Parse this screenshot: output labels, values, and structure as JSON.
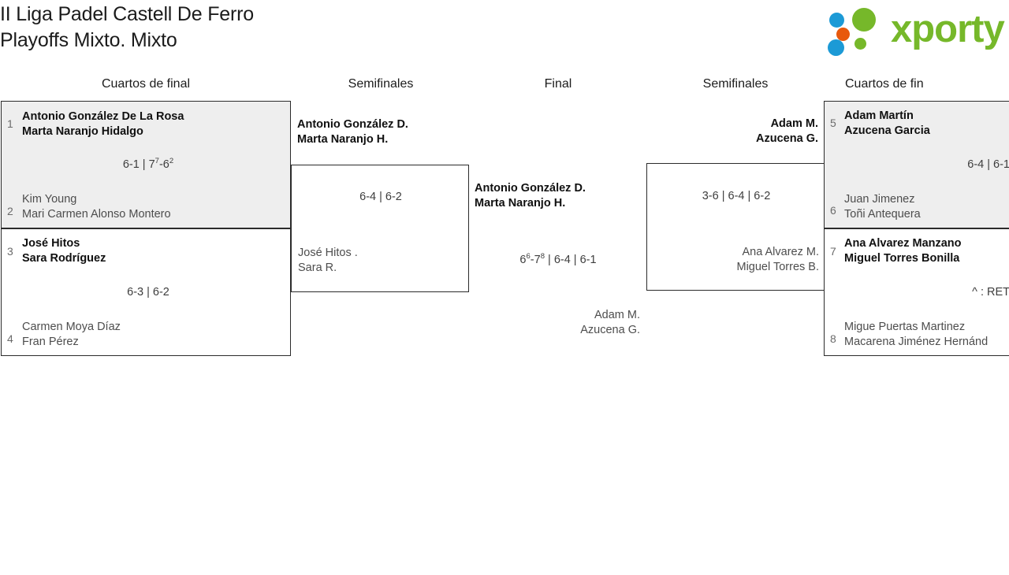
{
  "header": {
    "title": "II Liga Padel Castell De Ferro\nPlayoffs Mixto. Mixto",
    "logo_text": "xporty",
    "logo_colors": {
      "green": "#76b82a",
      "blue": "#1c9ad6",
      "orange": "#e8590c"
    }
  },
  "rounds": [
    {
      "label": "Cuartos de final"
    },
    {
      "label": "Semifinales"
    },
    {
      "label": "Final"
    },
    {
      "label": "Semifinales"
    },
    {
      "label": "Cuartos de fin"
    }
  ],
  "bracket": {
    "qf1": {
      "seed_top": "1",
      "top_p1": "Antonio González De La Rosa",
      "top_p2": "Marta Naranjo Hidalgo",
      "seed_bottom": "2",
      "bottom_p1": "Kim Young",
      "bottom_p2": "Mari Carmen Alonso Montero",
      "score_plain": "6-1 | 7",
      "score_sup1": "7",
      "score_mid": "-6",
      "score_sup2": "2"
    },
    "qf2": {
      "seed_top": "3",
      "top_p1": "José Hitos",
      "top_p2": "Sara Rodríguez",
      "seed_bottom": "4",
      "bottom_p1": "Carmen Moya Díaz",
      "bottom_p2": "Fran Pérez",
      "score": "6-3 | 6-2"
    },
    "sf_left": {
      "top_p1": "Antonio González D.",
      "top_p2": "Marta Naranjo H.",
      "bottom_p1": "José Hitos .",
      "bottom_p2": "Sara R.",
      "score": "6-4 | 6-2"
    },
    "final": {
      "top_p1": "Antonio González D.",
      "top_p2": "Marta Naranjo H.",
      "bottom_p1": "Adam M.",
      "bottom_p2": "Azucena G.",
      "score_pre": "6",
      "score_sup1": "6",
      "score_mid": "-7",
      "score_sup2": "8",
      "score_post": " | 6-4 | 6-1"
    },
    "sf_right": {
      "top_p1": "Adam M.",
      "top_p2": "Azucena G.",
      "bottom_p1": "Ana Alvarez M.",
      "bottom_p2": "Miguel Torres B.",
      "score": "3-6 | 6-4 | 6-2"
    },
    "qf3": {
      "seed_top": "5",
      "top_p1": "Adam Martín",
      "top_p2": "Azucena Garcia",
      "seed_bottom": "6",
      "bottom_p1": "Juan Jimenez",
      "bottom_p2": "Toñi Antequera",
      "score": "6-4 | 6-1"
    },
    "qf4": {
      "seed_top": "7",
      "top_p1": "Ana Alvarez Manzano",
      "top_p2": "Miguel Torres Bonilla",
      "seed_bottom": "8",
      "bottom_p1": "Migue Puertas Martinez",
      "bottom_p2": "Macarena Jiménez Hernánd",
      "score": "^ : RET"
    }
  }
}
